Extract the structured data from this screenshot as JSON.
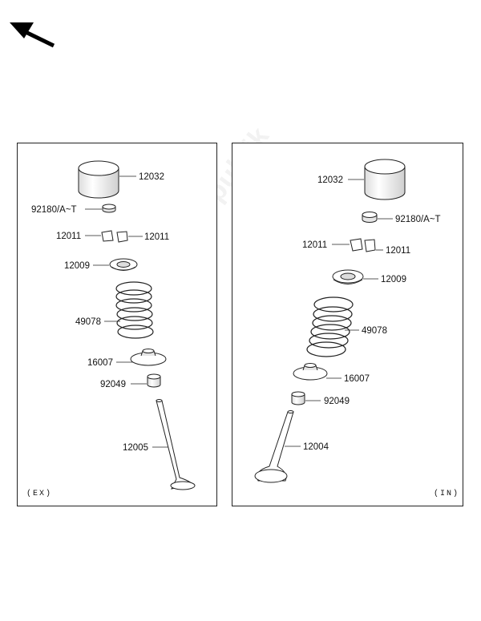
{
  "diagram": {
    "panels": {
      "exhaust": {
        "view_label": "(EX)",
        "parts": {
          "tappet": "12032",
          "shim": "92180/A~T",
          "cotter_left": "12011",
          "cotter_right": "12011",
          "spring_retainer": "12009",
          "spring": "49078",
          "spring_seat": "16007",
          "stem_seal": "92049",
          "valve": "12005"
        }
      },
      "intake": {
        "view_label": "(IN)",
        "parts": {
          "tappet": "12032",
          "shim": "92180/A~T",
          "cotter_left": "12011",
          "cotter_right": "12011",
          "spring_retainer": "12009",
          "spring": "49078",
          "spring_seat": "16007",
          "stem_seal": "92049",
          "valve": "12004"
        }
      }
    },
    "colors": {
      "line": "#222222",
      "fill": "#ffffff",
      "shade": "#e6e6e6"
    },
    "icons": [
      "front-direction-arrow-icon"
    ]
  }
}
